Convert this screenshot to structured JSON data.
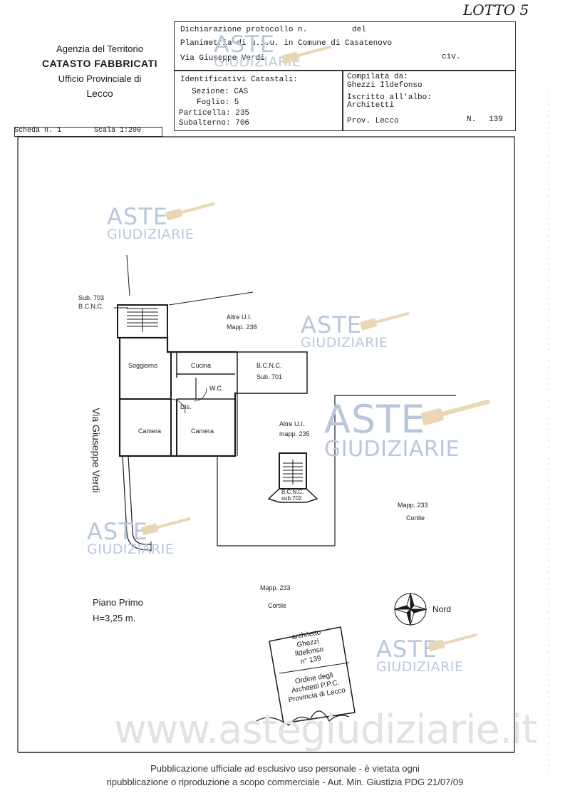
{
  "top_note": "LOTTO 5",
  "agency": {
    "line1": "Agenzia del Territorio",
    "line2": "CATASTO FABBRICATI",
    "line3": "Ufficio Provinciale di",
    "line4": "Lecco"
  },
  "header": {
    "declaration": "Dichiarazione protocollo n.",
    "del": "del",
    "planimetria": "Planimetria di u.i.u. in Comune di Casatenovo",
    "address": "Via Giuseppe Verdi",
    "civ": "civ.",
    "identificativi": "Identificativi Catastali:",
    "sezione": "Sezione: CAS",
    "foglio": "Foglio: 5",
    "particella": "Particella: 235",
    "subalterno": "Subalterno: 706",
    "compilata": "Compilata da:",
    "compilata_name": "Ghezzi Ildefonso",
    "iscritto": "Iscritto all'albo:",
    "albo": "Architetti",
    "prov": "Prov. Lecco",
    "n_label": "N.",
    "n_value": "139"
  },
  "scheda": "Scheda n. 1",
  "scala": "Scala 1:200",
  "plan": {
    "sub703": "Sub. 703",
    "bcnc_top": "B.C.N.C.",
    "altre_ui_238": "Altre U.I.",
    "mapp_238": "Mapp. 238",
    "soggiorno": "Soggiorno",
    "cucina": "Cucina",
    "wc": "W.C.",
    "dis": "Dis.",
    "camera1": "Camera",
    "camera2": "Camera",
    "bcnc_701": "B.C.N.C.",
    "sub701": "Sub. 701",
    "altre_ui_235": "Altre U.I.",
    "mapp_235": "mapp. 235",
    "bcnc_702": "B.C.N.C.",
    "sub702": "sub.702",
    "mapp233a": "Mapp. 233",
    "cortile_a": "Cortile",
    "mapp233b": "Mapp. 233",
    "cortile_b": "Cortile",
    "street": "Via Giuseppe Verdi",
    "piano": "Piano  Primo",
    "altezza": "H=3,25 m.",
    "nord": "Nord"
  },
  "stamp": {
    "l1": "architetto",
    "l2": "Ghezzi",
    "l3": "Ildefonso",
    "l4": "n° 139",
    "l5": "Ordine degli",
    "l6": "Architetti P.P.C.",
    "l7": "Provincia di Lecco"
  },
  "watermark": {
    "word1": "ASTE",
    "word2": "GIUDIZIARIE",
    "site": "www.astegiudiziarie.it"
  },
  "footer": {
    "line1": "Pubblicazione ufficiale ad esclusivo uso personale - è vietata ogni",
    "line2": "ripubblicazione o riproduzione a scopo commerciale - Aut. Min. Giustizia PDG 21/07/09"
  },
  "colors": {
    "ink": "#1a1a1a",
    "watermark": "#b9c7dc",
    "gavel": "#e3c9a0"
  }
}
